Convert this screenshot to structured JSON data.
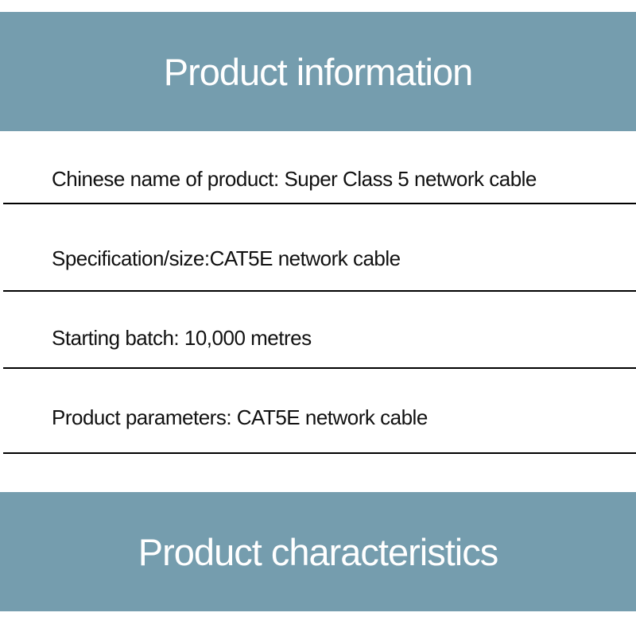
{
  "sections": [
    {
      "title": "Product information"
    },
    {
      "title": "Product characteristics"
    }
  ],
  "info_rows": [
    "Chinese name of product: Super Class 5 network cable",
    "Specification/size:CAT5E network cable",
    "Starting batch: 10,000 metres",
    "Product parameters: CAT5E network cable"
  ],
  "colors": {
    "banner": "#759dae",
    "divider": "#000000"
  }
}
